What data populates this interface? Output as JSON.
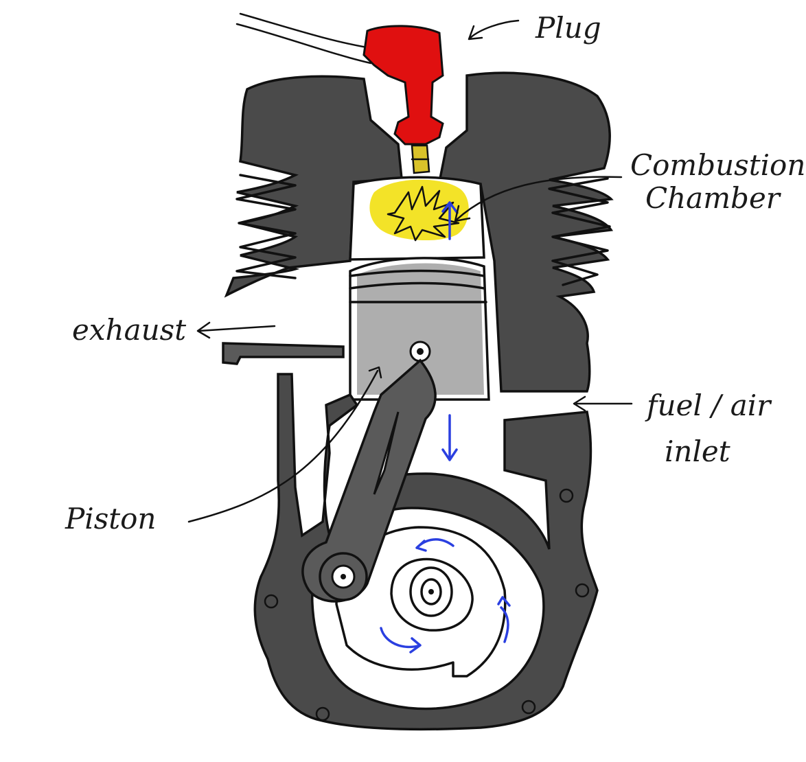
{
  "labels": {
    "plug": "Plug",
    "combustion_line1": "Combustion",
    "combustion_line2": "Chamber",
    "exhaust": "exhaust",
    "fuel_line1": "fuel / air",
    "fuel_line2": "inlet",
    "piston": "Piston"
  },
  "colors": {
    "block": "#4a4a4a",
    "block_light": "#5a5a5a",
    "plug_red": "#e01010",
    "plug_tip": "#d9c22a",
    "spark_yellow": "#f2e21c",
    "piston_grey": "#9a9a9a",
    "arrow_blue": "#2a3fe0",
    "outline": "#111111"
  }
}
